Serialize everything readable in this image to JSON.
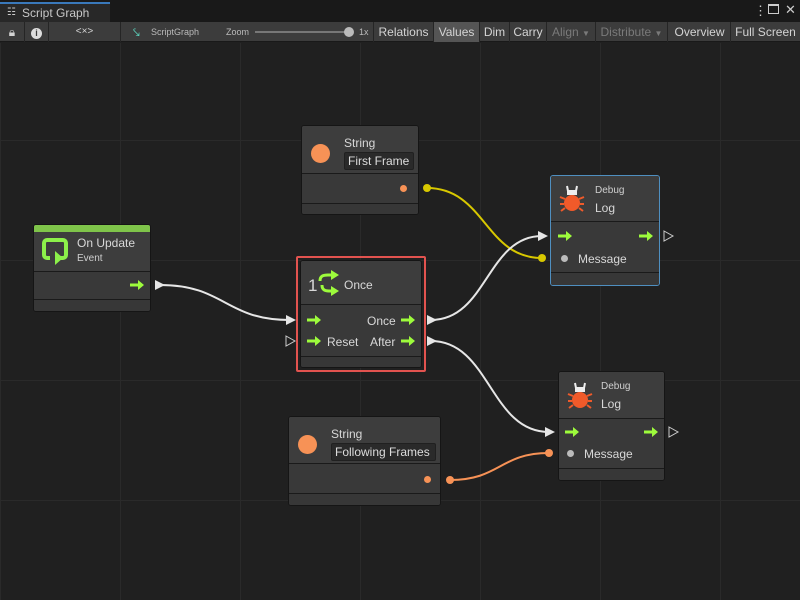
{
  "window": {
    "tab_title": "Script Graph",
    "tab_icon": "hierarchy-icon"
  },
  "toolbar": {
    "graph_name": "ScriptGraph",
    "zoom_label": "Zoom",
    "zoom_value": "1x",
    "zoom_level": 1.0,
    "buttons": {
      "relations": "Relations",
      "values": "Values",
      "dim": "Dim",
      "carry": "Carry",
      "align": "Align",
      "distribute": "Distribute",
      "overview": "Overview",
      "full_screen": "Full Screen"
    },
    "active": "Values"
  },
  "nodes": {
    "string1": {
      "type": "String",
      "value": "First Frame"
    },
    "string2": {
      "type": "String",
      "value": "Following Frames"
    },
    "on_update": {
      "title": "On Update",
      "subtitle": "Event"
    },
    "once": {
      "title": "Once",
      "icon_prefix": "1",
      "out_once": "Once",
      "in_reset": "Reset",
      "out_after": "After"
    },
    "debug1": {
      "category": "Debug",
      "title": "Log",
      "port": "Message"
    },
    "debug2": {
      "category": "Debug",
      "title": "Log",
      "port": "Message"
    }
  },
  "colors": {
    "flow_arrow": "#9dfb3c",
    "string_port": "#f79256",
    "yellow_wire": "#d8c800",
    "selected_border": "#e2534f",
    "hover_border": "#4f8fc0",
    "event_bar": "#7fc44a",
    "debug_icon": "#f05a2a"
  }
}
